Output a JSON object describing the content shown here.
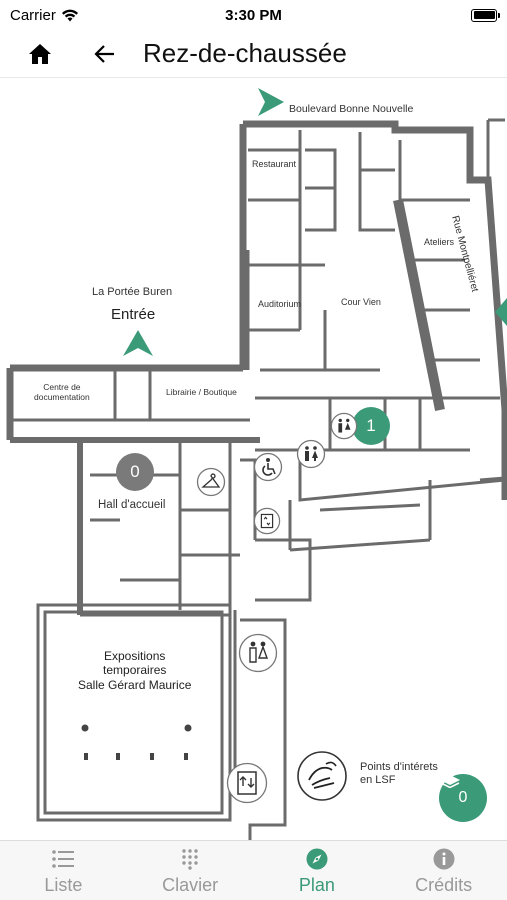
{
  "status_bar": {
    "carrier": "Carrier",
    "time": "3:30 PM"
  },
  "nav": {
    "title": "Rez-de-chaussée"
  },
  "map": {
    "labels": {
      "boulevard": "Boulevard Bonne Nouvelle",
      "rue": "Rue Montpelliéret",
      "restaurant": "Restaurant",
      "ateliers": "Ateliers",
      "auditorium": "Auditorium",
      "cour_vien": "Cour Vien",
      "portee_buren": "La Portée Buren",
      "entree": "Entrée",
      "centre_doc": "Centre de\ndocumentation",
      "librairie": "Librairie / Boutique",
      "hall": "Hall d'accueil",
      "expositions": "Expositions\ntemporaires\nSalle Gérard Maurice",
      "points_interets": "Points d'intérets\nen LSF"
    },
    "badges": {
      "hall_number": "0",
      "room_number": "1",
      "lsf_number": "0"
    },
    "colors": {
      "accent": "#3b9a78",
      "walls": "#6b6b6b",
      "badge_grey": "#7a7a7a"
    }
  },
  "tabs": [
    {
      "label": "Liste",
      "icon": "list-icon",
      "active": false
    },
    {
      "label": "Clavier",
      "icon": "keypad-icon",
      "active": false
    },
    {
      "label": "Plan",
      "icon": "compass-icon",
      "active": true
    },
    {
      "label": "Crédits",
      "icon": "info-icon",
      "active": false
    }
  ]
}
